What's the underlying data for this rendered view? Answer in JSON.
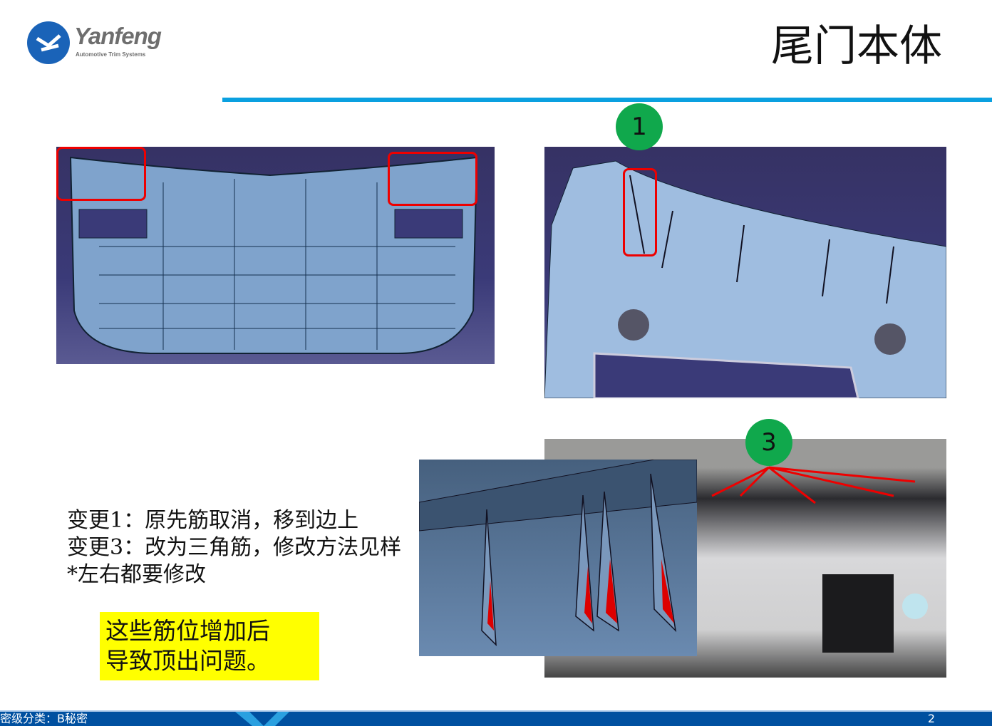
{
  "header": {
    "logo_text": "Yanfeng",
    "logo_subtitle": "Automotive Trim Systems",
    "title": "尾门本体"
  },
  "badges": {
    "b1": "1",
    "b3": "3"
  },
  "notes": [
    "变更1：原先筋取消，移到边上",
    "变更3：改为三角筋，修改方法见样",
    "*左右都要修改"
  ],
  "callout": {
    "line1": "这些筋位增加后",
    "line2": "导致顶出问题。"
  },
  "footer": {
    "classification": "密级分类：B秘密",
    "page": "2"
  },
  "colors": {
    "accent": "#0aa0e0",
    "footer": "#0050a0",
    "badge": "#10a84c",
    "highlight": "#ffff00",
    "markup": "#ee0000"
  }
}
